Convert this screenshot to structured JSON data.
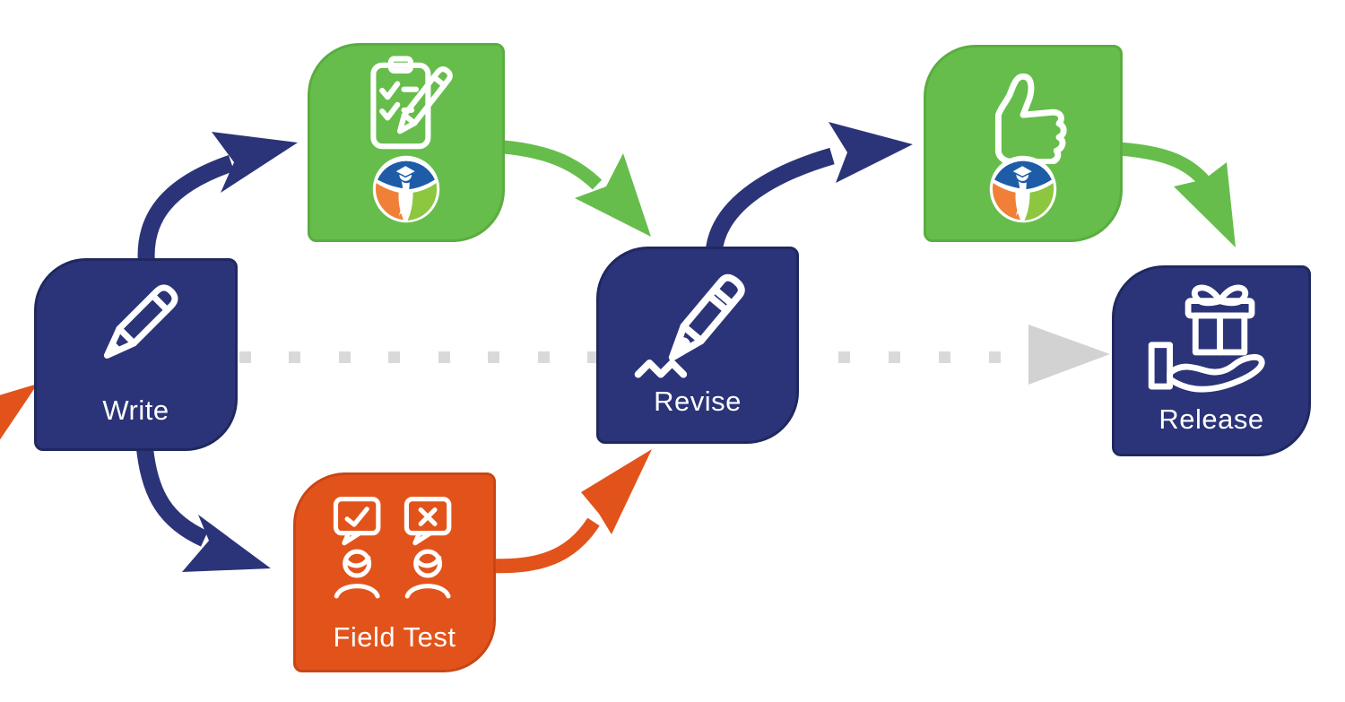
{
  "diagram": {
    "type": "item-development-process-flow",
    "nodes": {
      "write": {
        "label": "Write",
        "color": "navy",
        "icon": "pencil-icon"
      },
      "qa_review": {
        "color": "green",
        "icon": "clipboard-checklist-icon",
        "badge": "education-logo-badge"
      },
      "field_test": {
        "label": "Field Test",
        "color": "orange",
        "icon": "people-feedback-icon"
      },
      "revise": {
        "label": "Revise",
        "color": "navy",
        "icon": "pen-writing-icon"
      },
      "approval": {
        "color": "green",
        "icon": "thumbs-up-icon",
        "badge": "education-logo-badge"
      },
      "release": {
        "label": "Release",
        "color": "navy",
        "icon": "gift-in-hand-icon"
      }
    },
    "arrows": [
      {
        "from": "write",
        "to": "qa_review",
        "color": "navy",
        "style": "curved"
      },
      {
        "from": "qa_review",
        "to": "revise",
        "color": "green",
        "style": "curved"
      },
      {
        "from": "write",
        "to": "field_test",
        "color": "navy",
        "style": "curved"
      },
      {
        "from": "field_test",
        "to": "revise",
        "color": "orange",
        "style": "curved"
      },
      {
        "from": "revise",
        "to": "approval",
        "color": "navy",
        "style": "curved"
      },
      {
        "from": "approval",
        "to": "release",
        "color": "green",
        "style": "curved"
      },
      {
        "from": "write",
        "to": "revise",
        "color": "gray",
        "style": "dashed"
      },
      {
        "from": "revise",
        "to": "release",
        "color": "gray",
        "style": "dashed-arrow"
      },
      {
        "from": "offscreen",
        "to": "write",
        "color": "orange",
        "style": "arrowhead-partial"
      }
    ]
  },
  "colors": {
    "navy": "#2B3478",
    "navy_border": "#1F2860",
    "green": "#66BD4B",
    "green_border": "#5AAD40",
    "orange": "#E2531B",
    "orange_border": "#C94614",
    "gray": "#D9D9D9",
    "gray_arrow": "#D2D2D2",
    "logo_blue": "#1E5CA8",
    "logo_orange": "#F08038",
    "logo_green": "#8DC63F"
  }
}
